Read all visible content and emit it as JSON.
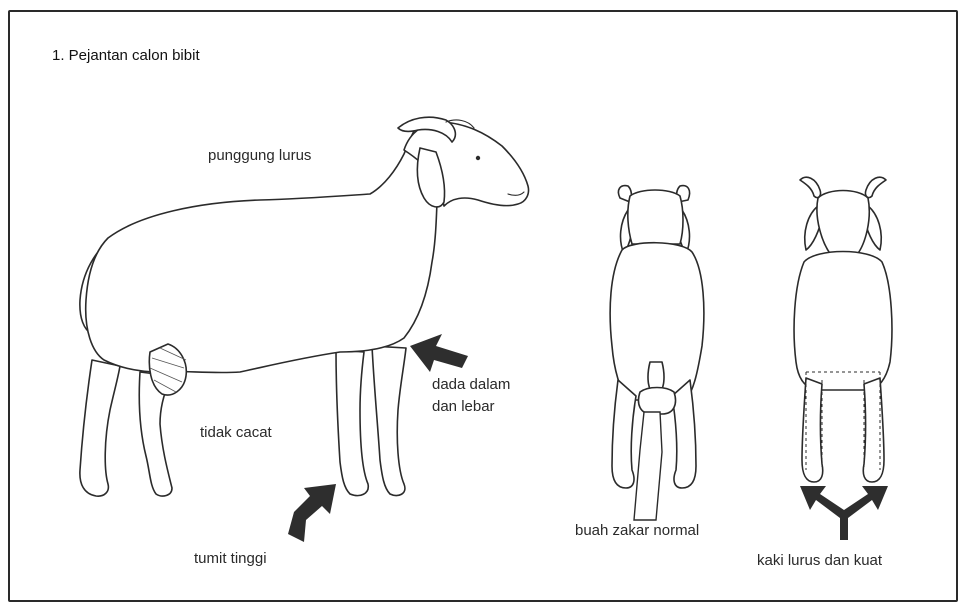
{
  "title": "1. Pejantan calon bibit",
  "labels": {
    "back": "punggung lurus",
    "chest_line1": "dada dalam",
    "chest_line2": "dan lebar",
    "no_defect": "tidak cacat",
    "high_heel": "tumit tinggi",
    "testis": "buah zakar normal",
    "legs": "kaki lurus dan kuat"
  },
  "colors": {
    "ink": "#2b2b2b",
    "arrow": "#2e2e2e",
    "border": "#2a2a2a"
  }
}
